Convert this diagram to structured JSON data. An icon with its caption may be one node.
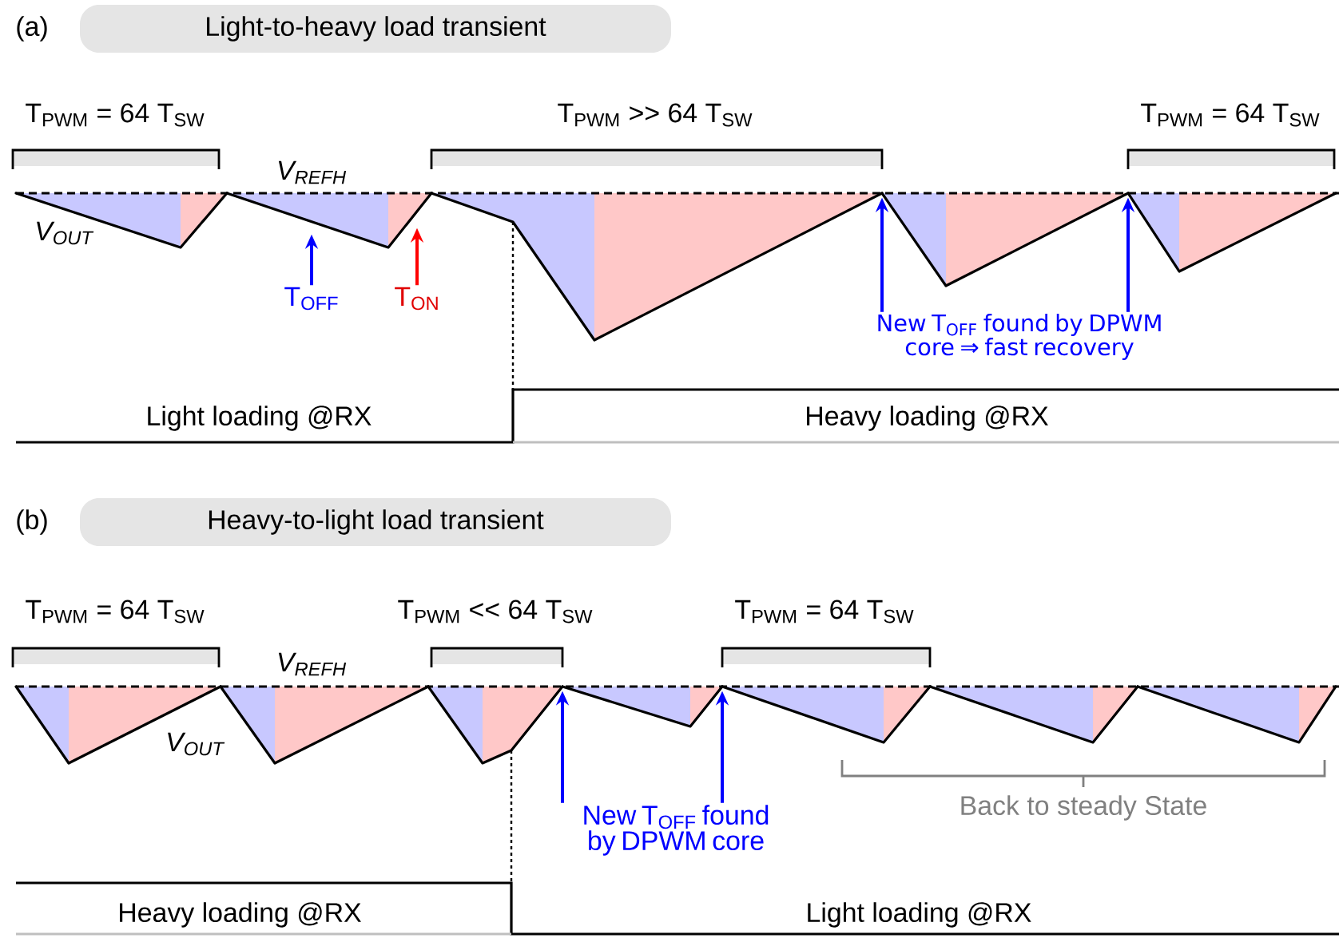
{
  "diagram": {
    "nodes": [
      {
        "text": [
          "Light-to-heavy load transient"
        ]
      },
      {
        "text": [],
        "shape": "triangle"
      },
      {
        "text": [],
        "shape": "triangle"
      },
      {
        "text": [],
        "shape": "triangle"
      },
      {
        "text": [],
        "shape": "triangle"
      },
      {
        "text": [],
        "shape": "triangle"
      },
      {
        "text": [
          "T$_{OFF}$"
        ]
      },
      {
        "text": [
          "T$_{ON}$"
        ]
      },
      {
        "text": [
          "New T$_{OFF}$ found by DPWM core ⇒ fast recovery"
        ]
      },
      {
        "text": [
          "Heavy-to-light load transient"
        ]
      },
      {
        "text": [],
        "shape": "triangle"
      },
      {
        "text": [],
        "shape": "triangle"
      },
      {
        "text": [],
        "shape": "triangle"
      },
      {
        "text": [],
        "shape": "triangle"
      },
      {
        "text": [],
        "shape": "triangle"
      },
      {
        "text": [],
        "shape": "triangle"
      },
      {
        "text": [],
        "shape": "triangle"
      },
      {
        "text": [
          "New T$_{OFF}$ found by DPWM core"
        ]
      }
    ],
    "edges": [
      {
        "from": 6,
        "to": 2,
        "arrow": "to"
      },
      {
        "from": 7,
        "to": 2,
        "arrow": "to",
        "color": "#ff0000"
      },
      {
        "from": 8,
        "to": 4,
        "arrow": "to"
      },
      {
        "from": 8,
        "to": 5,
        "arrow": "to"
      },
      {
        "from": 17,
        "to": 13,
        "arrow": "to"
      },
      {
        "from": 17,
        "to": 14,
        "arrow": "to"
      }
    ],
    "labels": [
      "(a)",
      "T$_{PWM}$ = 64 T$_{SW}$",
      "T$_{PWM}$ >> 64 T$_{SW}$",
      "T$_{PWM}$ = 64 T$_{SW}$",
      "V$_{REFH}$",
      "V$_{OUT}$",
      "Light loading @RX",
      "Heavy loading @RX",
      "(b)",
      "T$_{PWM}$ = 64 T$_{SW}$",
      "T$_{PWM}$ << 64 T$_{SW}$",
      "T$_{PWM}$ = 64 T$_{SW}$",
      "V$_{REFH}$",
      "V$_{OUT}$",
      "Back to steady State",
      "Heavy loading @RX",
      "Light loading @RX"
    ]
  }
}
